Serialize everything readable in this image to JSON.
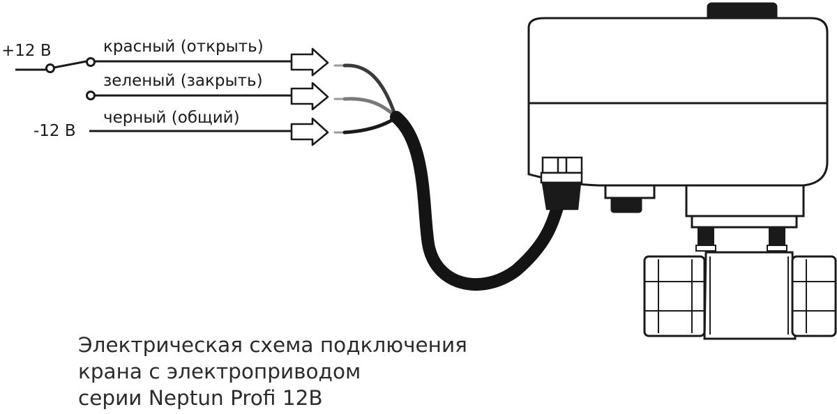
{
  "power": {
    "positive_label": "+12 В",
    "negative_label": "-12 В"
  },
  "wires": [
    {
      "label": "красный (открыть)"
    },
    {
      "label": "зеленый (закрыть)"
    },
    {
      "label": "черный (общий)"
    }
  ],
  "caption": {
    "line1": "Электрическая схема подключения",
    "line2": "крана с электроприводом",
    "line3": "серии Neptun Profi 12B"
  }
}
